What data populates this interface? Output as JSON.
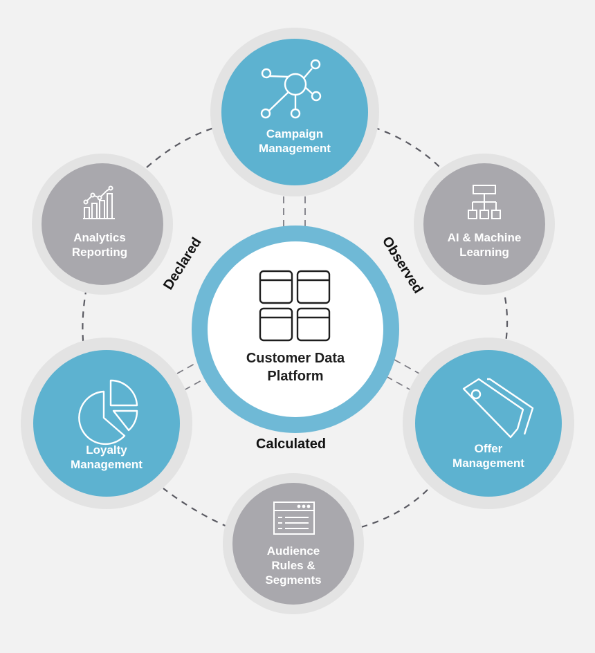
{
  "center": {
    "line1": "Customer Data",
    "line2": "Platform"
  },
  "data_types": {
    "declared": "Declared",
    "observed": "Observed",
    "calculated": "Calculated"
  },
  "nodes": {
    "campaign": {
      "line1": "Campaign",
      "line2": "Management"
    },
    "ai": {
      "line1": "AI & Machine",
      "line2": "Learning"
    },
    "offer": {
      "line1": "Offer",
      "line2": "Management"
    },
    "audience": {
      "line1": "Audience",
      "line2": "Rules &",
      "line3": "Segments"
    },
    "loyalty": {
      "line1": "Loyalty",
      "line2": "Management"
    },
    "analytics": {
      "line1": "Analytics",
      "line2": "Reporting"
    }
  },
  "colors": {
    "blue": "#5db2d0",
    "gray": "#a9a8ad",
    "ring_outer": "#e3e3e3",
    "center_ring": "#6fb9d6",
    "dash": "#5a5a62",
    "background": "#f2f2f2"
  }
}
